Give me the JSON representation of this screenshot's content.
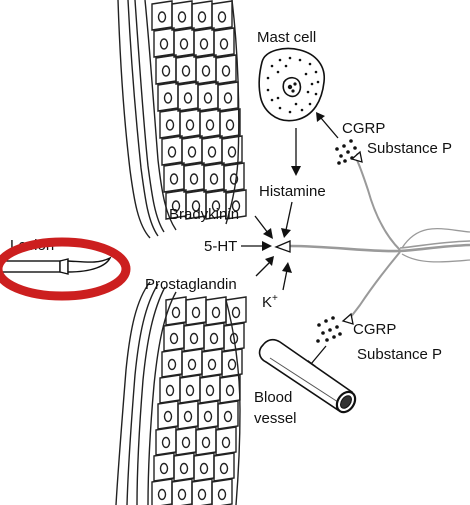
{
  "labels": {
    "lesion": "Lesion",
    "mast_cell": "Mast cell",
    "cgrp_top": "CGRP",
    "substance_p_top": "Substance P",
    "histamine": "Histamine",
    "bradykinin": "Bradykinin",
    "five_ht": "5-HT",
    "prostaglandin": "Prostaglandin",
    "k_ion": "K",
    "k_ion_sup": "+",
    "cgrp_bottom": "CGRP",
    "substance_p_bottom": "Substance P",
    "blood_vessel_line1": "Blood",
    "blood_vessel_line2": "vessel"
  },
  "colors": {
    "highlight_ring": "#cc1f1f",
    "ink": "#111111",
    "nerve": "#9a9a9a"
  },
  "icons": {
    "instrument": "scalpel-icon",
    "highlight": "red-ellipse-highlight"
  }
}
